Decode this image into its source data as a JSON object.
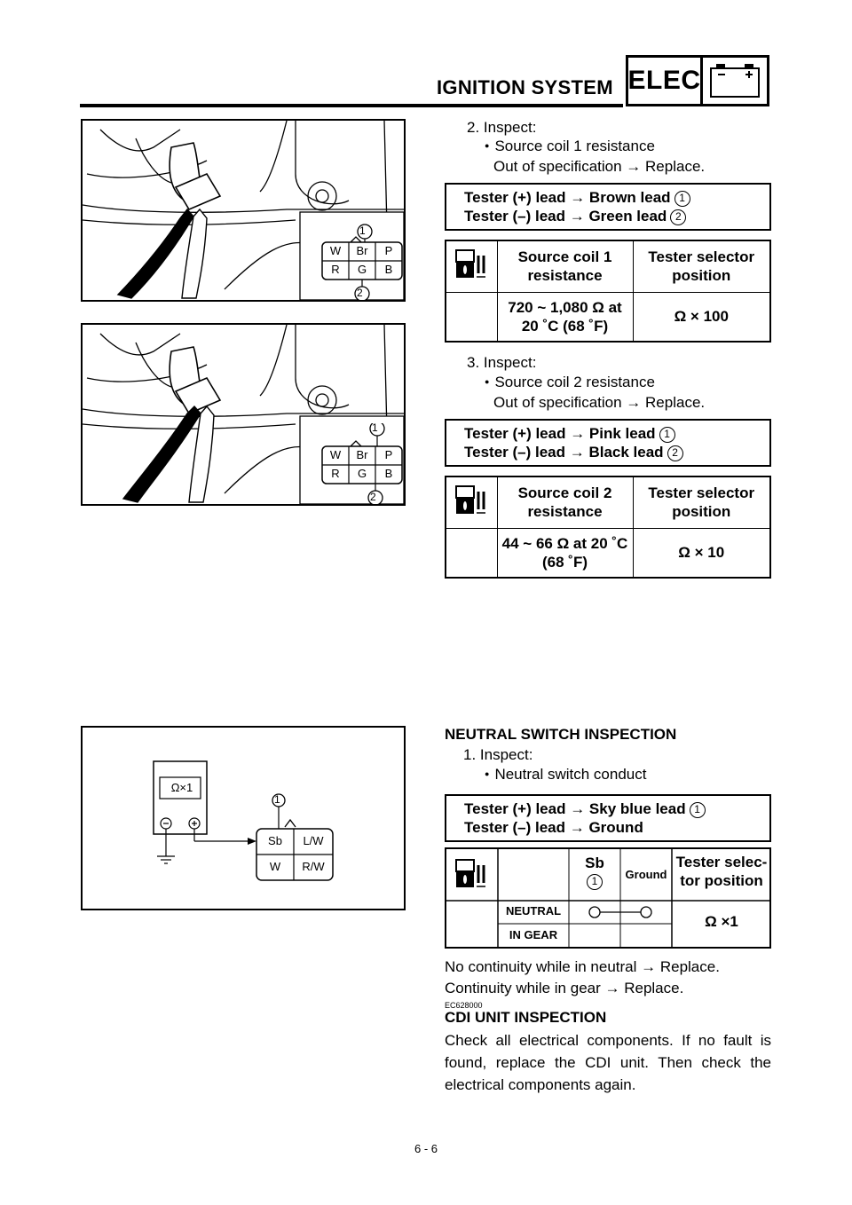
{
  "header": {
    "title": "IGNITION SYSTEM",
    "tag": "ELEC"
  },
  "figure1": {
    "connector": {
      "pins_top": [
        "W",
        "Br",
        "P"
      ],
      "pins_bottom": [
        "R",
        "G",
        "B"
      ],
      "callout_top": "1",
      "callout_bottom": "2"
    }
  },
  "figure2": {
    "connector": {
      "pins_top": [
        "W",
        "Br",
        "P"
      ],
      "pins_bottom": [
        "R",
        "G",
        "B"
      ],
      "callout_top": "1",
      "callout_bottom": "2"
    }
  },
  "figure3": {
    "meter_label": "Ω×1",
    "minus": "⊖",
    "plus": "⊕",
    "callout": "1",
    "connector": {
      "top": [
        "Sb",
        "L/W"
      ],
      "bottom": [
        "W",
        "R/W"
      ]
    }
  },
  "section2": {
    "step": "2.  Inspect:",
    "bullet": "Source coil 1 resistance",
    "action": "Out of specification → Replace.",
    "lead_plus": "Tester (+) lead → Brown lead",
    "lead_plus_num": "1",
    "lead_minus": "Tester (–) lead → Green lead",
    "lead_minus_num": "2",
    "table": {
      "col1": "Source coil 1 resistance",
      "col2": "Tester selector position",
      "val1": "720 ~ 1,080 Ω at 20 ˚C (68 ˚F)",
      "val2": "Ω × 100"
    }
  },
  "section3": {
    "step": "3.  Inspect:",
    "bullet": "Source coil 2 resistance",
    "action": "Out of specification → Replace.",
    "lead_plus": "Tester (+) lead → Pink lead",
    "lead_plus_num": "1",
    "lead_minus": "Tester (–) lead → Black lead",
    "lead_minus_num": "2",
    "table": {
      "col1": "Source coil 2 resistance",
      "col2": "Tester selector position",
      "val1": "44 ~ 66 Ω at 20 ˚C (68 ˚F)",
      "val2": "Ω × 10"
    }
  },
  "neutral": {
    "heading": "NEUTRAL SWITCH INSPECTION",
    "step": "1.  Inspect:",
    "bullet": "Neutral switch conduct",
    "lead_plus": "Tester (+) lead → Sky blue lead",
    "lead_plus_num": "1",
    "lead_minus": "Tester (–) lead → Ground",
    "table": {
      "col_sb": "Sb",
      "col_sb_num": "1",
      "col_ground": "Ground",
      "col_pos": "Tester selec- tor position",
      "row1": "NEUTRAL",
      "row2": "IN GEAR",
      "pos_val": "Ω ×1"
    },
    "note1": "No continuity while in neutral → Replace.",
    "note2": "Continuity while in gear → Replace."
  },
  "cdi": {
    "code": "EC628000",
    "heading": "CDI UNIT INSPECTION",
    "text": "Check all electrical components. If no fault is found, replace the CDI unit. Then check the electrical components again."
  },
  "footer": {
    "page": "6 - 6"
  }
}
